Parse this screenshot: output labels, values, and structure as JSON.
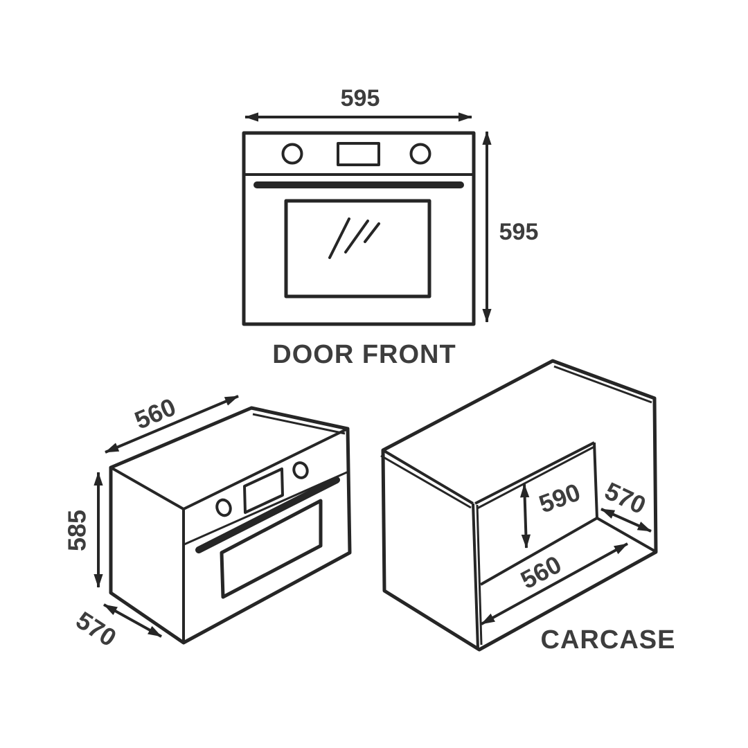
{
  "colors": {
    "line": "#262626",
    "text": "#3d3d3d",
    "background": "#ffffff"
  },
  "door_front_view": {
    "caption": "DOOR FRONT",
    "width_mm": "595",
    "height_mm": "595"
  },
  "oven_isometric_view": {
    "depth_mm": "560",
    "height_mm": "585",
    "bottom_depth_mm": "570"
  },
  "carcase_view": {
    "caption": "CARCASE",
    "inner_height_mm": "590",
    "side_depth_mm": "570",
    "inner_width_mm": "560"
  }
}
